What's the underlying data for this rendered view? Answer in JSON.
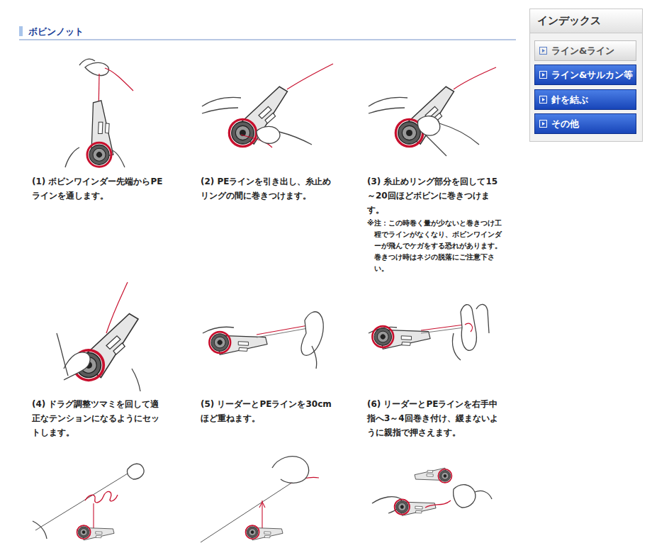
{
  "diagram": {
    "title": "ボビンノット",
    "nodes": [
      {
        "text": [
          "インデックス"
        ]
      },
      {
        "text": [
          "ライン&ライン"
        ],
        "in": 0
      },
      {
        "text": [
          "ライン&サルカン等"
        ],
        "in": 0
      },
      {
        "text": [
          "針を結ぶ"
        ],
        "in": 0
      },
      {
        "text": [
          "その他"
        ],
        "in": 0
      }
    ],
    "labels": [
      "(1) ボビンワインダー先端からPEラインを通します。",
      "(2) PEラインを引き出し、糸止めリングの間に巻きつけます。",
      "(3) 糸止めリング部分を回して15～20回ほどボビンに巻きつけます。",
      "※注：この時巻く量が少ないと巻きつけ工程でラインがなくなり、ボビンワインダーが飛んでケガをする恐れがあります。巻きつけ時はネジの脱落にご注意下さい。",
      "(4) ドラグ調整ツマミを回して適正なテンションになるようにセットします。",
      "(5) リーダーとPEラインを30cmほど重ねます。",
      "(6) リーダーとPEラインを右手中指へ3～4回巻き付け、緩まないように親指で押さえます。"
    ]
  }
}
